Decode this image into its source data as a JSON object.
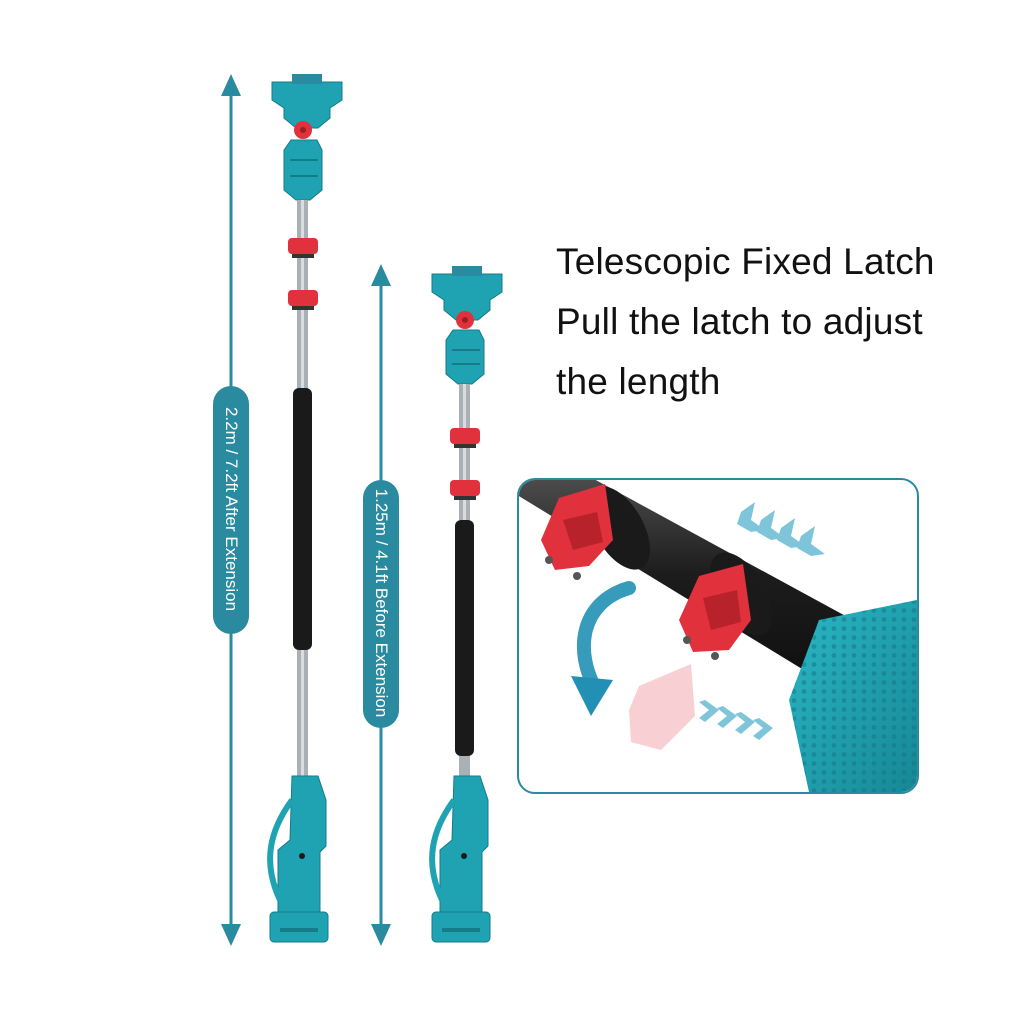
{
  "headline": {
    "line1": "Telescopic Fixed Latch",
    "line2": "Pull the latch to adjust",
    "line3": "the length"
  },
  "dimensions": {
    "extended_label": "2.2m / 7.2ft After Extension",
    "retracted_label": "1.25m / 4.1ft Before Extension"
  },
  "colors": {
    "accent_teal": "#2a8aa0",
    "tool_body": "#1fa3b3",
    "latch_red": "#e0313c",
    "pole_black": "#1a1a1a",
    "pole_silver": "#a9b0b6"
  },
  "icons": {
    "extended_arrow": "double-headed-vertical-arrow-icon",
    "retracted_arrow": "double-headed-vertical-arrow-icon",
    "pull_direction": "curved-arrow-icon",
    "push_chevrons": "chevrons-left-icon",
    "pull_chevrons": "chevrons-right-icon"
  }
}
